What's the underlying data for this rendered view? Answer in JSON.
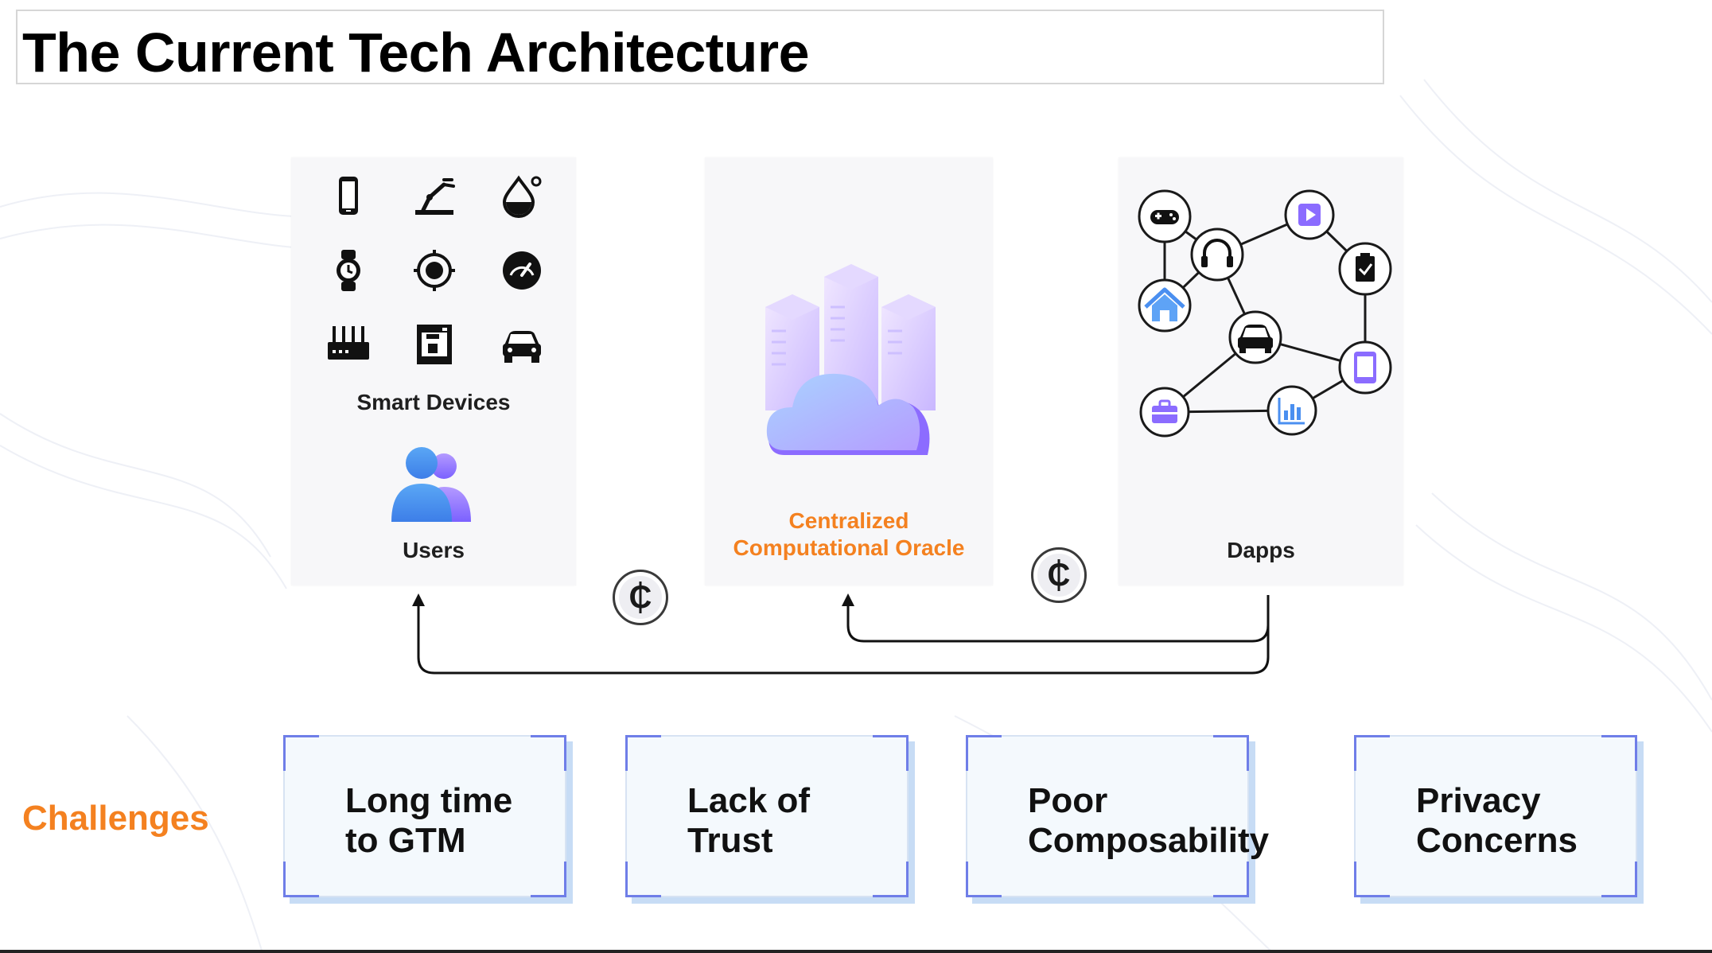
{
  "title": "The Current Tech Architecture",
  "panels": {
    "devices": {
      "label": "Smart Devices",
      "icons": [
        "phone-icon",
        "robot-arm-icon",
        "water-drop-icon",
        "watch-icon",
        "target-sensor-icon",
        "gauge-icon",
        "router-icon",
        "coffee-machine-icon",
        "car-icon"
      ]
    },
    "users": {
      "label": "Users",
      "icon": "users-icon"
    },
    "oracle": {
      "label_line1": "Centralized",
      "label_line2": "Computational Oracle",
      "icon": "cloud-server-icon"
    },
    "dapps": {
      "label": "Dapps",
      "nodes": [
        "game-controller-icon",
        "headphones-icon",
        "play-icon",
        "clipboard-icon",
        "home-icon",
        "car-icon",
        "mobile-icon",
        "briefcase-icon",
        "bar-chart-icon"
      ]
    }
  },
  "tokens": [
    "coin-icon",
    "coin-icon"
  ],
  "challenges": {
    "label": "Challenges",
    "items": [
      {
        "line1": "Long time",
        "line2": "to GTM"
      },
      {
        "line1": "Lack of",
        "line2": "Trust"
      },
      {
        "line1": "Poor",
        "line2": "Composability"
      },
      {
        "line1": "Privacy",
        "line2": "Concerns"
      }
    ]
  },
  "colors": {
    "accent_orange": "#f48120",
    "accent_purple": "#7b61ff",
    "icon_blue": "#4a8ff0",
    "panel_bg": "#f7f7f9"
  }
}
